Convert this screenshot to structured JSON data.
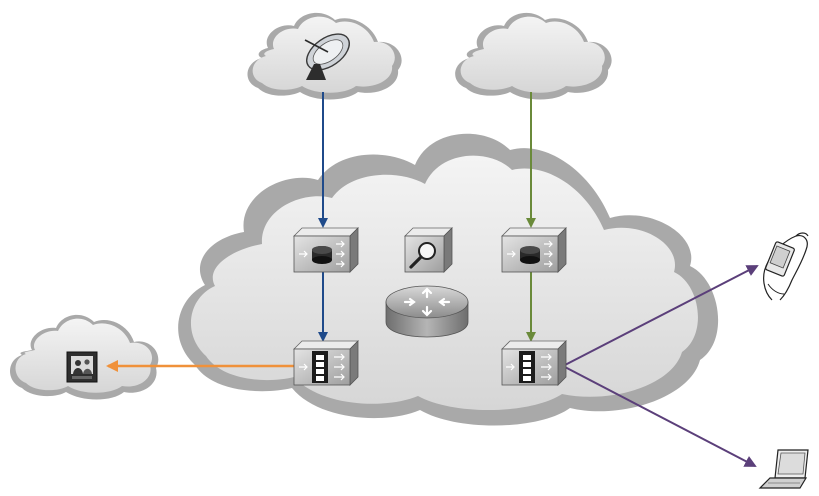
{
  "diagram": {
    "clouds": [
      {
        "id": "satellite-source-cloud",
        "icon": "satellite-dish-icon"
      },
      {
        "id": "remote-source-cloud",
        "icon": "none"
      },
      {
        "id": "core-network-cloud",
        "icon": "none"
      },
      {
        "id": "viewer-cloud",
        "icon": "video-monitor-icon"
      }
    ],
    "devices": [
      {
        "id": "left-ingest-server",
        "icon": "content-engine-disk-icon"
      },
      {
        "id": "content-search-device",
        "icon": "magnifier-icon"
      },
      {
        "id": "right-ingest-server",
        "icon": "content-engine-disk-icon"
      },
      {
        "id": "core-router",
        "icon": "router-icon"
      },
      {
        "id": "left-streaming-server",
        "icon": "film-streaming-icon"
      },
      {
        "id": "right-streaming-server",
        "icon": "film-streaming-icon"
      },
      {
        "id": "pda-client",
        "icon": "handheld-pda-icon"
      },
      {
        "id": "laptop-client",
        "icon": "laptop-icon"
      }
    ],
    "flows": [
      {
        "from": "satellite-source-cloud",
        "to": "left-ingest-server",
        "color": "#1f4a8a"
      },
      {
        "from": "left-ingest-server",
        "to": "left-streaming-server",
        "color": "#1f4a8a"
      },
      {
        "from": "remote-source-cloud",
        "to": "right-ingest-server",
        "color": "#6a8a3a"
      },
      {
        "from": "right-ingest-server",
        "to": "right-streaming-server",
        "color": "#6a8a3a"
      },
      {
        "from": "left-streaming-server",
        "to": "viewer-cloud",
        "color": "#f0913a"
      },
      {
        "from": "right-streaming-server",
        "to": "pda-client",
        "color": "#5b3f7a"
      },
      {
        "from": "right-streaming-server",
        "to": "laptop-client",
        "color": "#5b3f7a"
      }
    ]
  },
  "colors": {
    "cloud_fill": "#e2e2e2",
    "cloud_shadow": "#a9a9a9",
    "device_face": "#cfcfcf",
    "device_dark": "#3a3a3a"
  }
}
